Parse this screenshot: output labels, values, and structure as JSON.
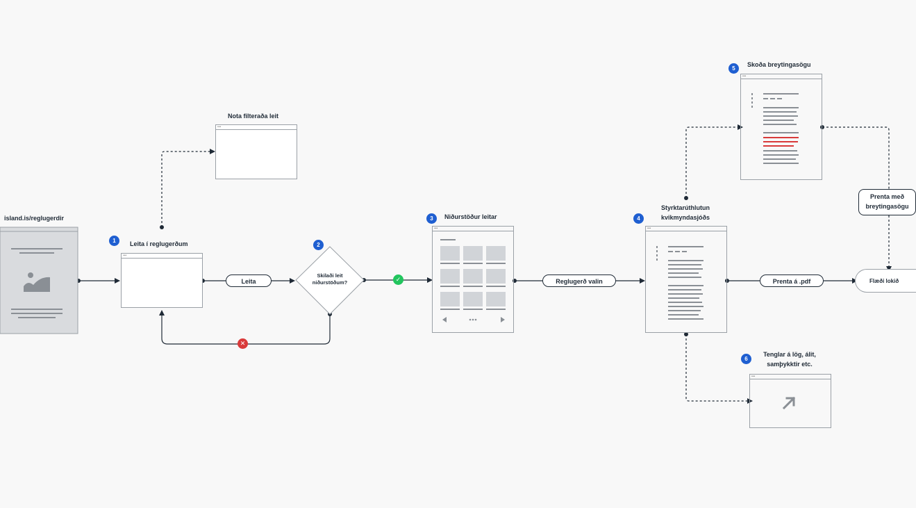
{
  "steps": {
    "start": {
      "title": "island.is/reglugerdir"
    },
    "filter": {
      "title": "Nota filteraða leit"
    },
    "s1": {
      "num": "1",
      "title": "Leita í reglugerðum"
    },
    "s2": {
      "num": "2",
      "line1": "Skilaði leit",
      "line2": "niðurstöðum?"
    },
    "s3": {
      "num": "3",
      "title": "Niðurstöður leitar"
    },
    "s4": {
      "num": "4",
      "line1": "Styrktarúthlutun",
      "line2": "kvikmyndasjóðs"
    },
    "s5": {
      "num": "5",
      "title": "Skoða breytingasögu"
    },
    "s6": {
      "num": "6",
      "line1": "Tenglar á lög, álit,",
      "line2": "samþykktir etc."
    }
  },
  "actions": {
    "search": "Leita",
    "select": "Reglugerð valin",
    "print_pdf": "Prenta á .pdf",
    "print_history_line1": "Prenta með",
    "print_history_line2": "breytingasögu",
    "end": "Flæði lokið"
  },
  "status": {
    "yes_icon": "check-icon",
    "no_icon": "cross-icon"
  },
  "colors": {
    "accent": "#1f5fd1",
    "success": "#22c55e",
    "error": "#d93a3a",
    "highlight": "#d93a3a"
  }
}
